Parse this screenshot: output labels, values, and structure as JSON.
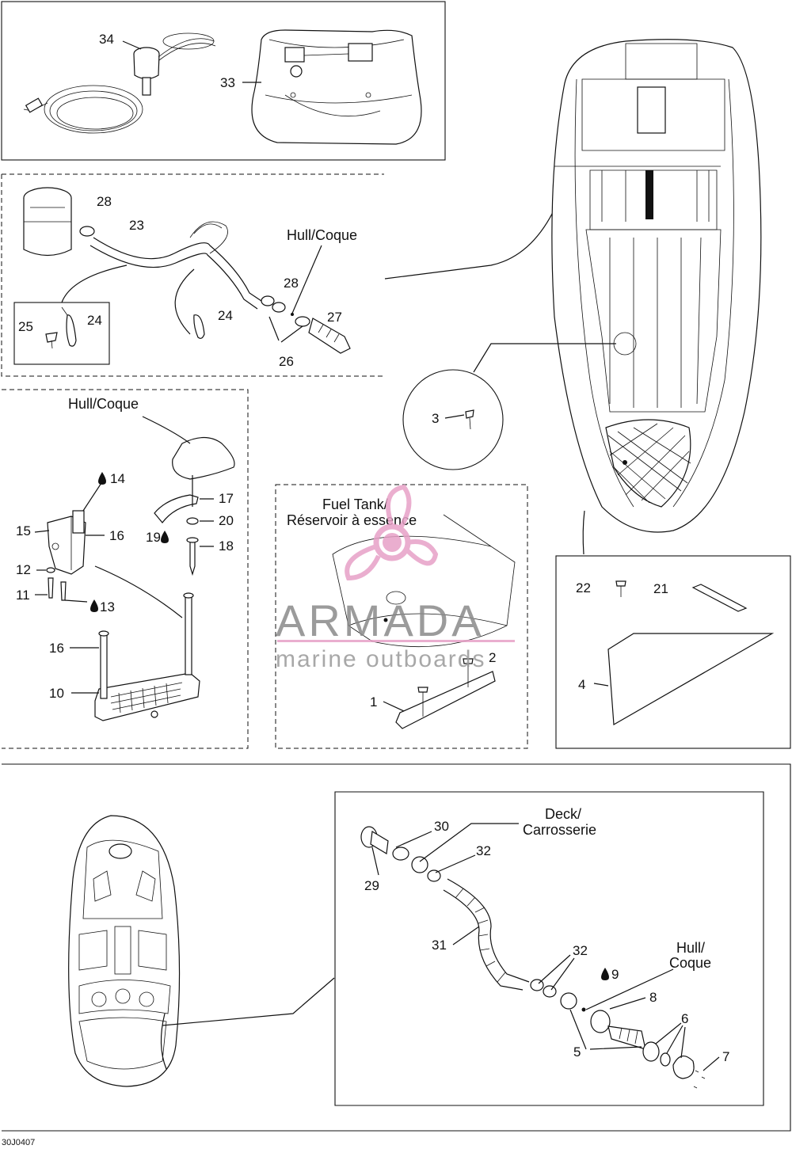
{
  "labels": {
    "hull_coque": "Hull/Coque",
    "fuel_tank": "Fuel Tank/",
    "reservoir": "Réservoir à essence",
    "deck": "Deck/",
    "carrosserie": "Carrosserie",
    "hull2": "Hull/",
    "coque2": "Coque",
    "drawing_code": "30J0407"
  },
  "watermark": {
    "title": "ARMADA",
    "subtitle": "marine outboards",
    "color_pink": "#e7a1c7",
    "color_gray": "#8a8a8a"
  },
  "callouts": {
    "c1": "1",
    "c2": "2",
    "c3": "3",
    "c4": "4",
    "c5": "5",
    "c6": "6",
    "c7": "7",
    "c8": "8",
    "c9": "9",
    "c10": "10",
    "c11": "11",
    "c12": "12",
    "c13": "13",
    "c14": "14",
    "c15": "15",
    "c16a": "16",
    "c16b": "16",
    "c17": "17",
    "c18": "18",
    "c19": "19",
    "c20": "20",
    "c21": "21",
    "c22": "22",
    "c23": "23",
    "c24a": "24",
    "c24b": "24",
    "c25": "25",
    "c26": "26",
    "c27": "27",
    "c28a": "28",
    "c28b": "28",
    "c29": "29",
    "c30": "30",
    "c31": "31",
    "c32a": "32",
    "c32b": "32",
    "c33": "33",
    "c34": "34"
  }
}
